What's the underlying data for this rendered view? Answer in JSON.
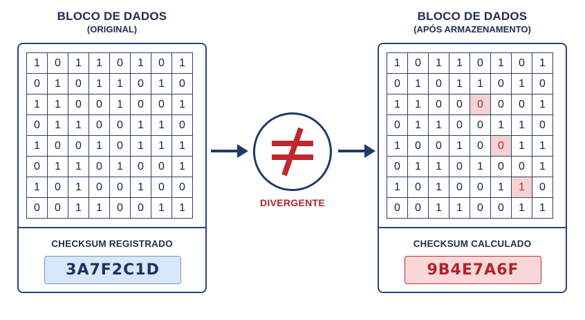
{
  "left": {
    "title": "BLOCO DE DADOS",
    "subtitle": "(ORIGINAL)",
    "grid": [
      [
        "1",
        "0",
        "1",
        "1",
        "0",
        "1",
        "0",
        "1"
      ],
      [
        "0",
        "1",
        "0",
        "1",
        "1",
        "0",
        "1",
        "0"
      ],
      [
        "1",
        "1",
        "0",
        "0",
        "1",
        "0",
        "0",
        "1"
      ],
      [
        "0",
        "1",
        "1",
        "0",
        "0",
        "1",
        "1",
        "0"
      ],
      [
        "1",
        "0",
        "0",
        "1",
        "0",
        "1",
        "1",
        "1"
      ],
      [
        "0",
        "1",
        "1",
        "0",
        "1",
        "0",
        "0",
        "1"
      ],
      [
        "1",
        "0",
        "1",
        "0",
        "0",
        "1",
        "0",
        "0"
      ],
      [
        "0",
        "0",
        "1",
        "1",
        "0",
        "0",
        "1",
        "1"
      ]
    ],
    "checksum_label": "CHECKSUM REGISTRADO",
    "checksum_value": "3A7F2C1D"
  },
  "right": {
    "title": "BLOCO DE DADOS",
    "subtitle": "(APÓS ARMAZENAMENTO)",
    "grid": [
      [
        "1",
        "0",
        "1",
        "1",
        "0",
        "1",
        "0",
        "1"
      ],
      [
        "0",
        "1",
        "0",
        "1",
        "1",
        "0",
        "1",
        "0"
      ],
      [
        "1",
        "1",
        "0",
        "0",
        "0",
        "0",
        "0",
        "1"
      ],
      [
        "0",
        "1",
        "1",
        "0",
        "0",
        "1",
        "1",
        "0"
      ],
      [
        "1",
        "0",
        "0",
        "1",
        "0",
        "0",
        "1",
        "1"
      ],
      [
        "0",
        "1",
        "1",
        "0",
        "1",
        "0",
        "0",
        "1"
      ],
      [
        "1",
        "0",
        "1",
        "0",
        "0",
        "1",
        "1",
        "0"
      ],
      [
        "0",
        "0",
        "1",
        "1",
        "0",
        "0",
        "1",
        "1"
      ]
    ],
    "highlighted_cells": [
      [
        2,
        4
      ],
      [
        4,
        5
      ],
      [
        6,
        6
      ]
    ],
    "checksum_label": "CHECKSUM CALCULADO",
    "checksum_value": "9B4E7A6F"
  },
  "comparison": {
    "symbol": "≠",
    "label": "DIVERGENTE"
  },
  "colors": {
    "navy": "#1f3a6b",
    "alert_red": "#c0282d",
    "highlight_fill": "#f6d2d2",
    "registered_fill": "#d7e6f8",
    "calculated_fill": "#f8d8d8"
  }
}
